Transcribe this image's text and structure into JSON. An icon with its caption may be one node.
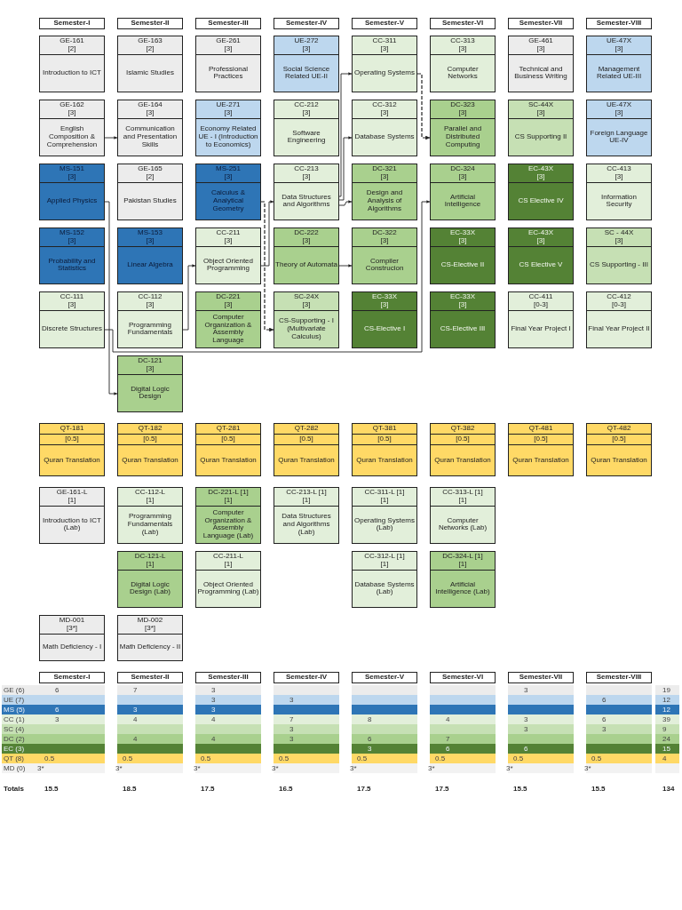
{
  "diagram": {
    "nodes": [
      {
        "text": [
          "Semester-I"
        ]
      },
      {
        "text": [
          "Semester-II"
        ]
      },
      {
        "text": [
          "Semester-III"
        ]
      },
      {
        "text": [
          "Semester-IV"
        ]
      },
      {
        "text": [
          "Semester-V"
        ]
      },
      {
        "text": [
          "Semester-VI"
        ]
      },
      {
        "text": [
          "Semester-VII"
        ]
      },
      {
        "text": [
          "Semester-VIII"
        ]
      },
      {
        "text": [
          "GE-161",
          "[2]",
          "Introduction to ICT"
        ]
      },
      {
        "text": [
          "GE-163",
          "[2]",
          "Islamic Studies"
        ]
      },
      {
        "text": [
          "GE-261",
          "[3]",
          "Professional Practices"
        ]
      },
      {
        "text": [
          "UE-272",
          "[3]",
          "Social Science Related UE-II"
        ]
      },
      {
        "text": [
          "CC-311",
          "[3]",
          "Operating Systems"
        ]
      },
      {
        "text": [
          "CC-313",
          "[3]",
          "Computer Networks"
        ]
      },
      {
        "text": [
          "GE-461",
          "[3]",
          "Technical and Business Writing"
        ]
      },
      {
        "text": [
          "UE-47X",
          "[3]",
          "Management Related UE-III"
        ]
      },
      {
        "text": [
          "GE-162",
          "[3]",
          "English Composition & Comprehension"
        ]
      },
      {
        "text": [
          "GE-164",
          "[3]",
          "Communication and Presentation Skills"
        ]
      },
      {
        "text": [
          "UE-271",
          "[3]",
          "Economy Related UE - I (Introduction to Economics)"
        ]
      },
      {
        "text": [
          "CC-212",
          "[3]",
          "Software Engineering"
        ]
      },
      {
        "text": [
          "CC-312",
          "[3]",
          "Database Systems"
        ]
      },
      {
        "text": [
          "DC-323",
          "[3]",
          "Parallel and Distributed Computing"
        ]
      },
      {
        "text": [
          "SC-44X",
          "[3]",
          "CS Supporting II"
        ]
      },
      {
        "text": [
          "UE-47X",
          "[3]",
          "Foreign Language UE-IV"
        ]
      },
      {
        "text": [
          "MS-151",
          "[3]",
          "Applied Physics"
        ]
      },
      {
        "text": [
          "GE-165",
          "[2]",
          "Pakistan Studies"
        ]
      },
      {
        "text": [
          "MS-251",
          "[3]",
          "Calculus & Analytical Geometry"
        ]
      },
      {
        "text": [
          "CC-213",
          "[3]",
          "Data Structures and Algorithms"
        ]
      },
      {
        "text": [
          "DC-321",
          "[3]",
          "Design and Analysis of Algorithms"
        ]
      },
      {
        "text": [
          "DC-324",
          "[3]",
          "Artificial Intelligence"
        ]
      },
      {
        "text": [
          "EC-43X",
          "[3]",
          "CS Elective IV"
        ]
      },
      {
        "text": [
          "CC-413",
          "[3]",
          "Information Security"
        ]
      },
      {
        "text": [
          "MS-152",
          "[3]",
          "Probability and Statistics"
        ]
      },
      {
        "text": [
          "MS-153",
          "[3]",
          "Linear Algebra"
        ]
      },
      {
        "text": [
          "CC-211",
          "[3]",
          "Object Oriented Programming"
        ]
      },
      {
        "text": [
          "DC-222",
          "[3]",
          "Theory of Automata"
        ]
      },
      {
        "text": [
          "DC-322",
          "[3]",
          "Compiler Construcion"
        ]
      },
      {
        "text": [
          "EC-33X",
          "[3]",
          "CS-Elective II"
        ]
      },
      {
        "text": [
          "EC-43X",
          "[3]",
          "CS Elective V"
        ]
      },
      {
        "text": [
          "SC - 44X",
          "[3]",
          "CS Supporting - III"
        ]
      },
      {
        "text": [
          "CC-111",
          "[3]",
          "Discrete Structures"
        ]
      },
      {
        "text": [
          "CC-112",
          "[3]",
          "Programming Fundamentals"
        ]
      },
      {
        "text": [
          "DC-221",
          "[3]",
          "Computer Organization & Assembly Language"
        ]
      },
      {
        "text": [
          "SC-24X",
          "[3]",
          "CS-Supporting - I (Multivariate Calculus)"
        ]
      },
      {
        "text": [
          "EC-33X",
          "[3]",
          "CS-Elective I"
        ]
      },
      {
        "text": [
          "EC-33X",
          "[3]",
          "CS-Elective III"
        ]
      },
      {
        "text": [
          "CC-411",
          "[0-3]",
          "Final Year Project I"
        ]
      },
      {
        "text": [
          "CC-412",
          "[0-3]",
          "Final Year Project II"
        ]
      },
      {
        "text": [
          "DC-121",
          "[3]",
          "Digital Logic Design"
        ]
      },
      {
        "text": [
          "QT-181",
          "[0.5]",
          "Quran Translation"
        ]
      },
      {
        "text": [
          "QT-182",
          "[0.5]",
          "Quran Translation"
        ]
      },
      {
        "text": [
          "QT-281",
          "[0.5]",
          "Quran Translation"
        ]
      },
      {
        "text": [
          "QT-282",
          "[0.5]",
          "Quran Translation"
        ]
      },
      {
        "text": [
          "QT-381",
          "[0.5]",
          "Quran Translation"
        ]
      },
      {
        "text": [
          "QT-382",
          "[0.5]",
          "Quran Translation"
        ]
      },
      {
        "text": [
          "QT-481",
          "[0.5]",
          "Quran Translation"
        ]
      },
      {
        "text": [
          "QT-482",
          "[0.5]",
          "Quran Translation"
        ]
      },
      {
        "text": [
          "GE-161-L",
          "[1]",
          "Introduction to ICT (Lab)"
        ]
      },
      {
        "text": [
          "CC-112-L",
          "[1]",
          "Programming Fundamentals (Lab)"
        ]
      },
      {
        "text": [
          "DC-221-L [1]",
          "[1]",
          "Computer Organization & Assembly Language (Lab)"
        ]
      },
      {
        "text": [
          "CC-213-L [1]",
          "[1]",
          "Data Structures and Algorithms (Lab)"
        ]
      },
      {
        "text": [
          "CC-311-L [1]",
          "[1]",
          "Operating Systems (Lab)"
        ]
      },
      {
        "text": [
          "CC-313-L [1]",
          "[1]",
          "Computer Networks (Lab)"
        ]
      },
      {
        "text": [
          "DC-121-L",
          "[1]",
          "Digital Logic Design (Lab)"
        ]
      },
      {
        "text": [
          "CC-211-L",
          "[1]",
          "Object Oriented Programming (Lab)"
        ]
      },
      {
        "text": [
          "CC-312-L [1]",
          "[1]",
          "Database Systems (Lab)"
        ]
      },
      {
        "text": [
          "DC-324-L [1]",
          "[1]",
          "Artificial Intelligence (Lab)"
        ]
      },
      {
        "text": [
          "MD-001",
          "[3*]",
          "Math Deficiency - I"
        ]
      },
      {
        "text": [
          "MD-002",
          "[3*]",
          "Math Deficiency - II"
        ]
      },
      {
        "text": [
          "Semester-I"
        ]
      },
      {
        "text": [
          "Semester-II"
        ]
      },
      {
        "text": [
          "Semester-III"
        ]
      },
      {
        "text": [
          "Semester-IV"
        ]
      },
      {
        "text": [
          "Semester-V"
        ]
      },
      {
        "text": [
          "Semester-VI"
        ]
      },
      {
        "text": [
          "Semester-VII"
        ]
      },
      {
        "text": [
          "Semester-VIII"
        ]
      }
    ],
    "edges": [
      {
        "from": 16,
        "to": 17,
        "arrow": "to"
      },
      {
        "from": 24,
        "to": 48,
        "arrow": "to"
      },
      {
        "from": 40,
        "to": 29,
        "arrow": "to"
      },
      {
        "from": 41,
        "to": 34,
        "arrow": "to"
      },
      {
        "from": 34,
        "to": 27,
        "arrow": "to"
      },
      {
        "from": 26,
        "to": 43,
        "arrow": "to",
        "style": "dashed"
      },
      {
        "from": 27,
        "to": 12,
        "arrow": "to"
      },
      {
        "from": 27,
        "to": 20,
        "arrow": "to"
      },
      {
        "from": 27,
        "to": 28,
        "arrow": "to"
      },
      {
        "from": 35,
        "to": 36,
        "arrow": "to"
      },
      {
        "from": 12,
        "to": 21,
        "arrow": "to",
        "style": "dashed"
      }
    ],
    "labels": [
      "GE (6)",
      "6",
      "7",
      "3",
      "3",
      "19",
      "UE (7)",
      "3",
      "3",
      "6",
      "12",
      "MS (5)",
      "6",
      "3",
      "3",
      "12",
      "CC (1)",
      "3",
      "4",
      "4",
      "7",
      "8",
      "4",
      "3",
      "6",
      "39",
      "SC (4)",
      "3",
      "3",
      "3",
      "9",
      "DC (2)",
      "4",
      "4",
      "3",
      "6",
      "7",
      "24",
      "EC (3)",
      "3",
      "6",
      "6",
      "15",
      "QT (8)",
      "0.5",
      "0.5",
      "0.5",
      "0.5",
      "0.5",
      "0.5",
      "0.5",
      "0.5",
      "4",
      "MD (0)",
      "3*",
      "3*",
      "3*",
      "3*",
      "3*",
      "3*",
      "3*",
      "3*",
      "Totals",
      "15.5",
      "18.5",
      "17.5",
      "16.5",
      "17.5",
      "17.5",
      "15.5",
      "15.5",
      "134"
    ]
  }
}
